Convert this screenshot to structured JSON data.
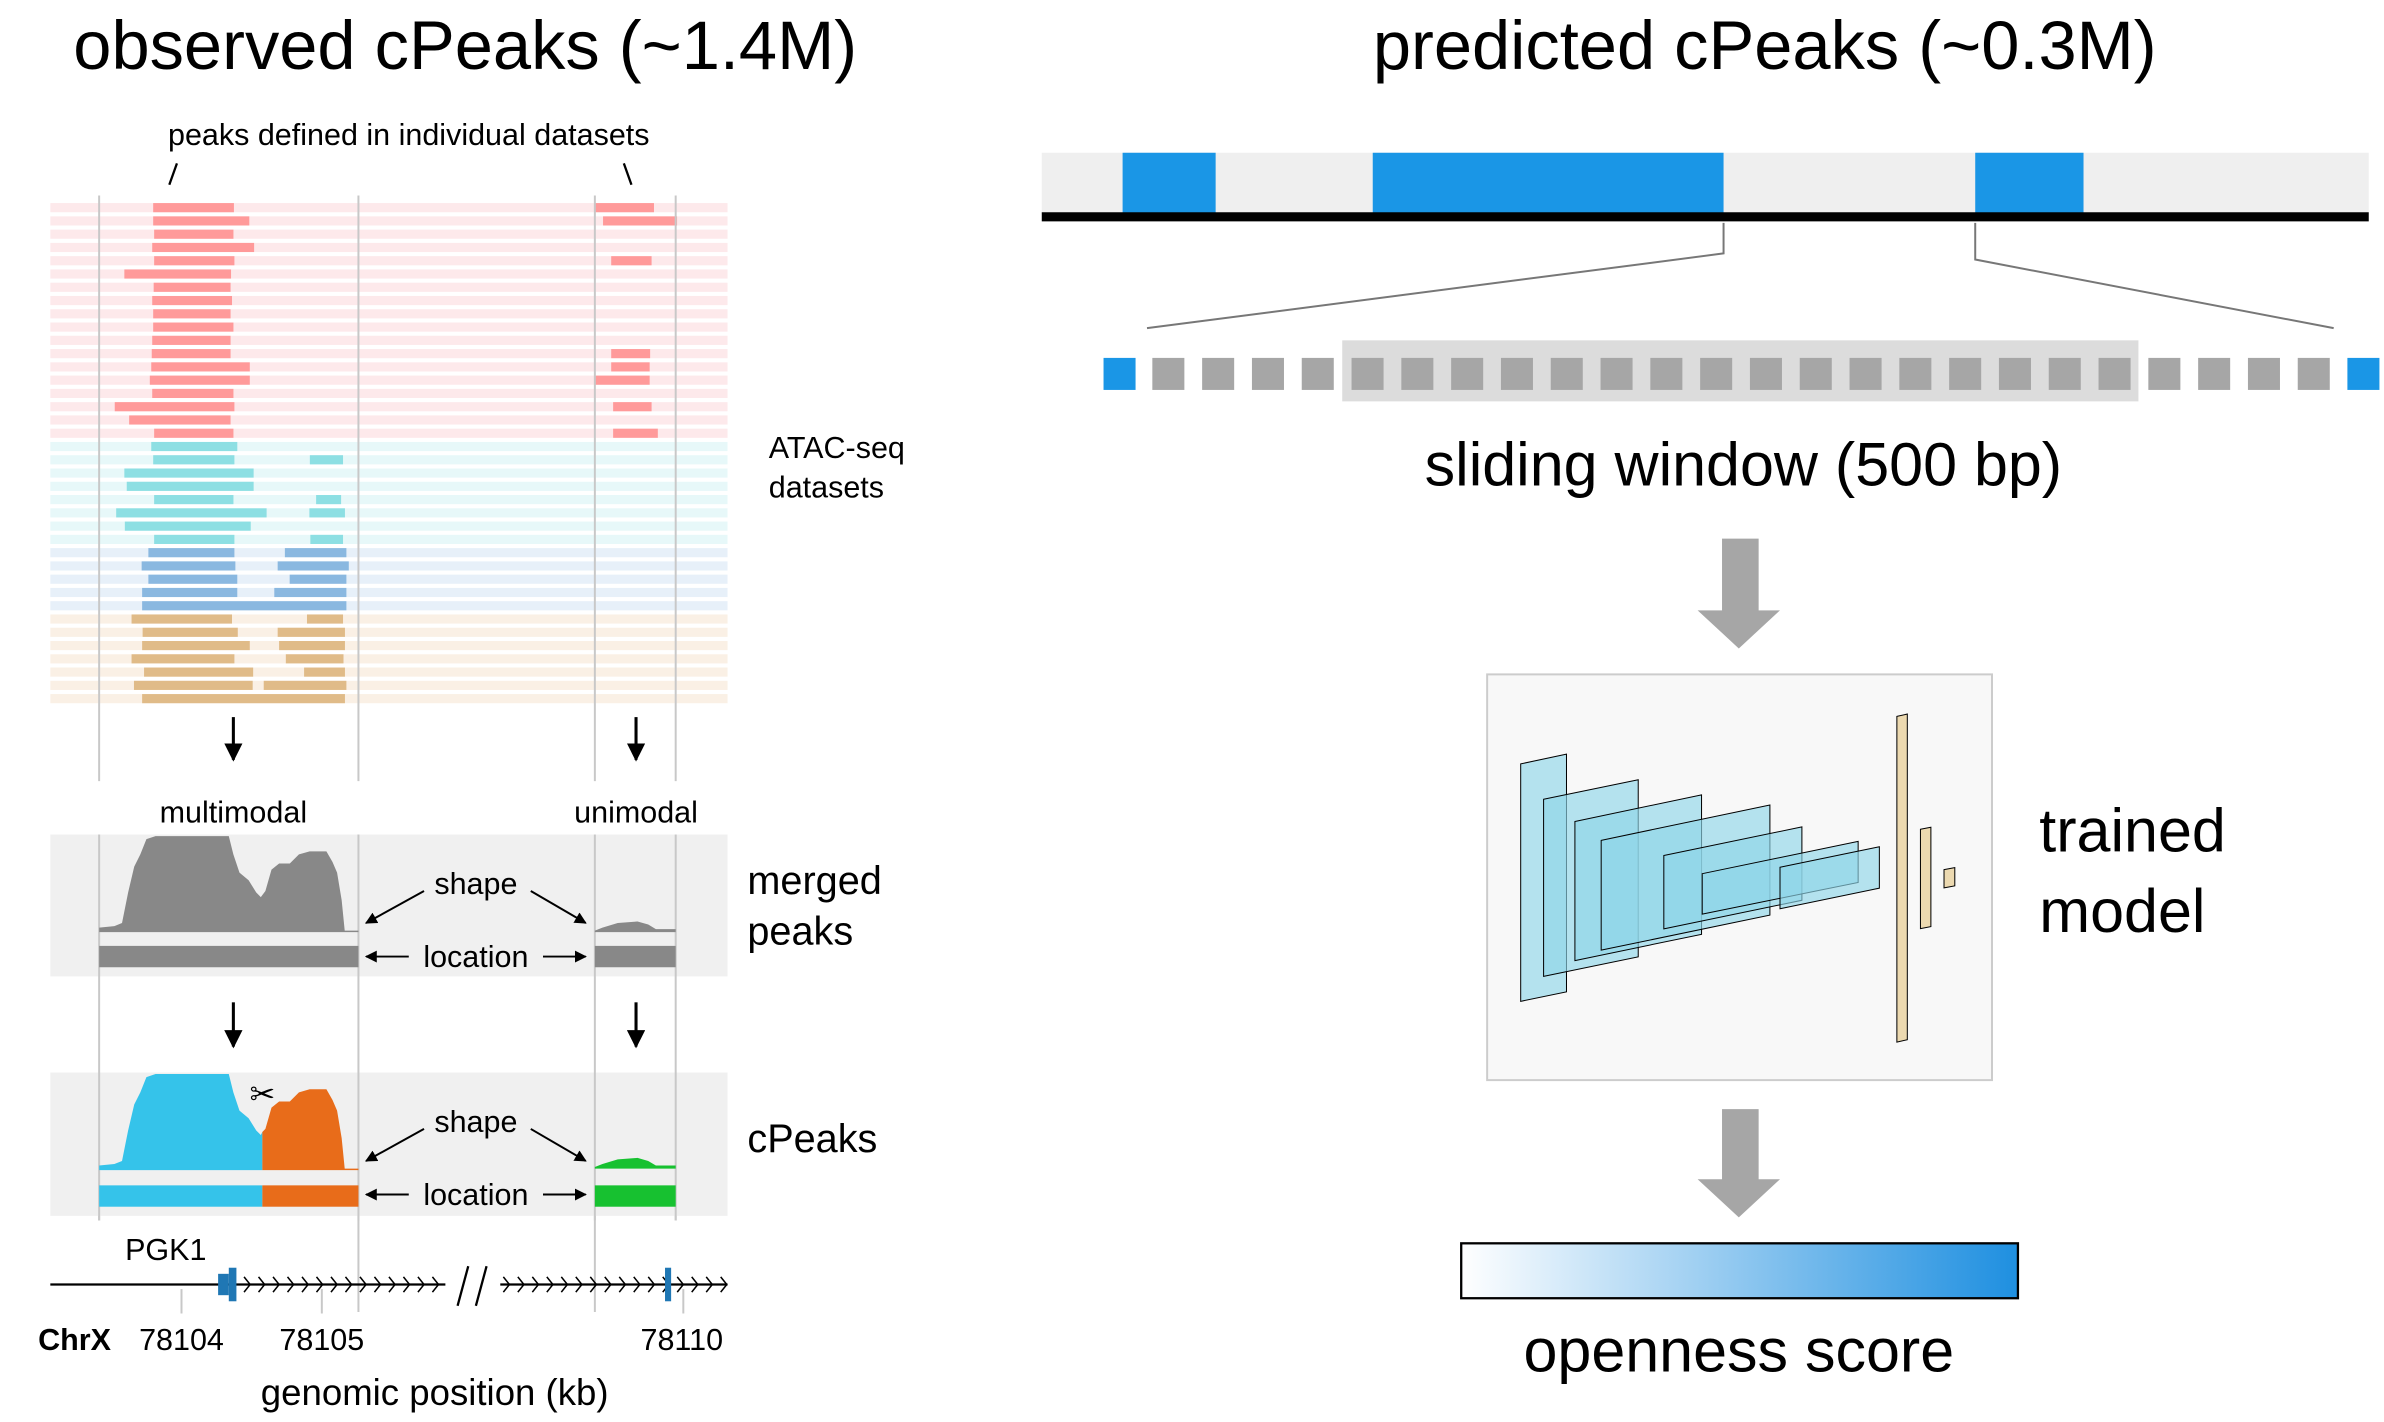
{
  "left": {
    "title": "observed cPeaks (~1.4M)",
    "peaks_label": "peaks defined in individual datasets",
    "datasets_label_line1": "ATAC-seq",
    "datasets_label_line2": "datasets",
    "multimodal": "multimodal",
    "unimodal": "unimodal",
    "shape": "shape",
    "location": "location",
    "merged_line1": "merged",
    "merged_line2": "peaks",
    "cpeaks": "cPeaks",
    "gene": "PGK1",
    "chrom": "ChrX",
    "ticks": [
      "78104",
      "78105",
      "78110"
    ],
    "xlabel": "genomic position (kb)"
  },
  "right": {
    "title": "predicted cPeaks (~0.3M)",
    "sliding": "sliding window (500 bp)",
    "model_line1": "trained",
    "model_line2": "model",
    "score": "openness score"
  },
  "colors": {
    "red": "#ff9a9a",
    "red_bg": "#fde9eb",
    "cyan": "#8ddfe3",
    "cyan_bg": "#e7f8f9",
    "blue": "#8ab8e0",
    "blue_bg": "#e7f0f9",
    "tan": "#e0bb88",
    "tan_bg": "#faf0e5",
    "merged": "#888888",
    "cpeak_a": "#35c3ea",
    "cpeak_b": "#e86c1a",
    "cpeak_c": "#17c130",
    "accent": "#1a96e6",
    "gene": "#1f77b4"
  }
}
